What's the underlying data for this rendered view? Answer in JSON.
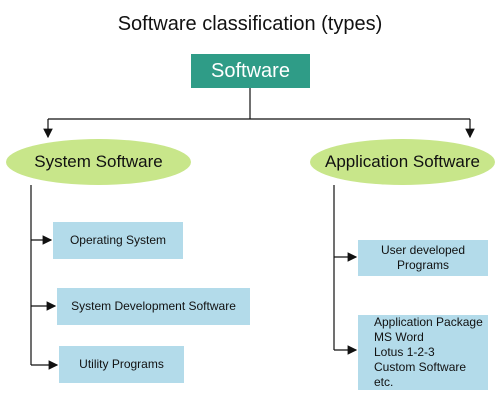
{
  "title": "Software classification (types)",
  "root": "Software",
  "categories": {
    "system": {
      "label": "System Software",
      "items": [
        "Operating System",
        "System Development Software",
        "Utility Programs"
      ]
    },
    "application": {
      "label": "Application Software",
      "user_developed": [
        "User developed",
        "Programs"
      ],
      "package": [
        "Application Package",
        "MS Word",
        "Lotus 1-2-3",
        "Custom Software etc."
      ]
    }
  },
  "colors": {
    "root_fill": "#2f9c87",
    "ellipse_fill": "#c8e68a",
    "box_fill": "#b3dbea",
    "line": "#111111"
  }
}
